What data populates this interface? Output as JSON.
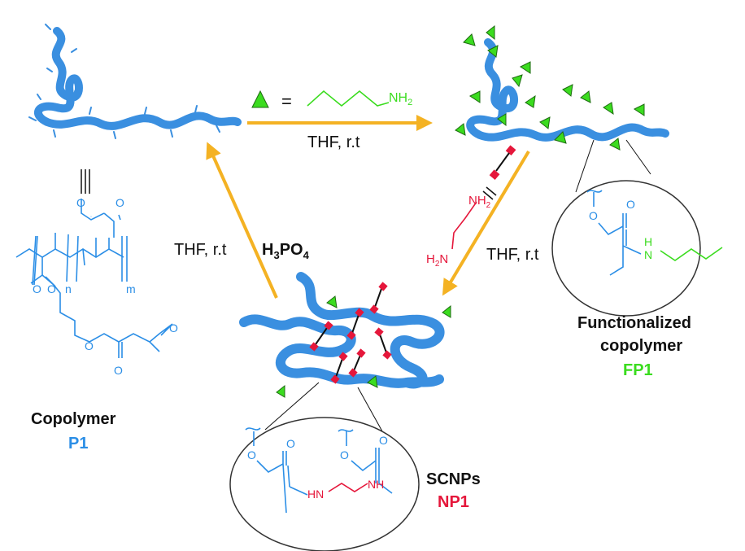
{
  "colors": {
    "polymer": "#3a8fe0",
    "arrow": "#f4b223",
    "amine": "#3bdc1f",
    "diamine": "#e5173b",
    "p1_blue": "#2b8ee6",
    "ink": "#111111"
  },
  "reagent_key": {
    "equals": "=",
    "nh2": "NH",
    "nh2_sub": "2"
  },
  "conditions": {
    "top": "THF, r.t",
    "left": "THF, r.t",
    "right": "THF, r.t",
    "acid_main": "H",
    "acid_sub1": "3",
    "acid_po": "PO",
    "acid_sub2": "4"
  },
  "diamine": {
    "top_nh": "NH",
    "top_sub": "2",
    "bottom_h": "H",
    "bottom_sub": "2",
    "bottom_n": "N"
  },
  "p1": {
    "name": "Copolymer",
    "code": "P1",
    "sub_n": "n",
    "sub_m": "m"
  },
  "fp1": {
    "name_line1": "Functionalized",
    "name_line2": "copolymer",
    "code": "FP1",
    "nh": "H",
    "n": "N"
  },
  "np1": {
    "name": "SCNPs",
    "code": "NP1",
    "hn": "HN",
    "nh": "NH"
  }
}
